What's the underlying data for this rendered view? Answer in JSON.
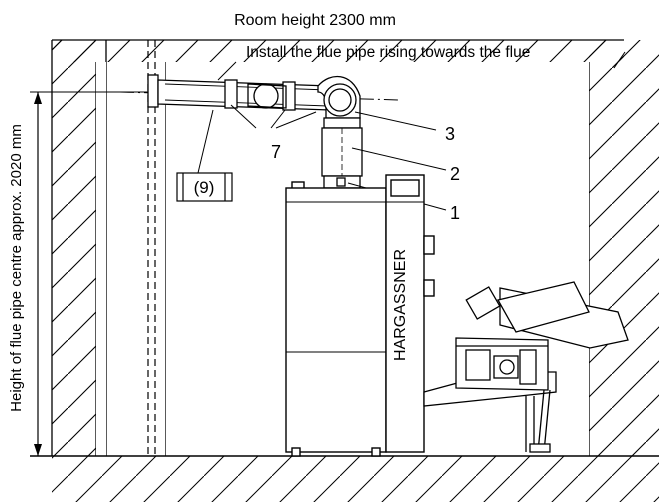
{
  "title": "Room height 2300 mm",
  "note": "Install the flue pipe rising towards the flue",
  "side_label": "Height of flue pipe centre approx. 2020 mm",
  "brand": "HARGASSNER",
  "callouts": {
    "c1": "1",
    "c2": "2",
    "c3": "3",
    "c7": "7",
    "c9": "(9)"
  },
  "colors": {
    "line": "#000000",
    "fill": "#ffffff"
  }
}
